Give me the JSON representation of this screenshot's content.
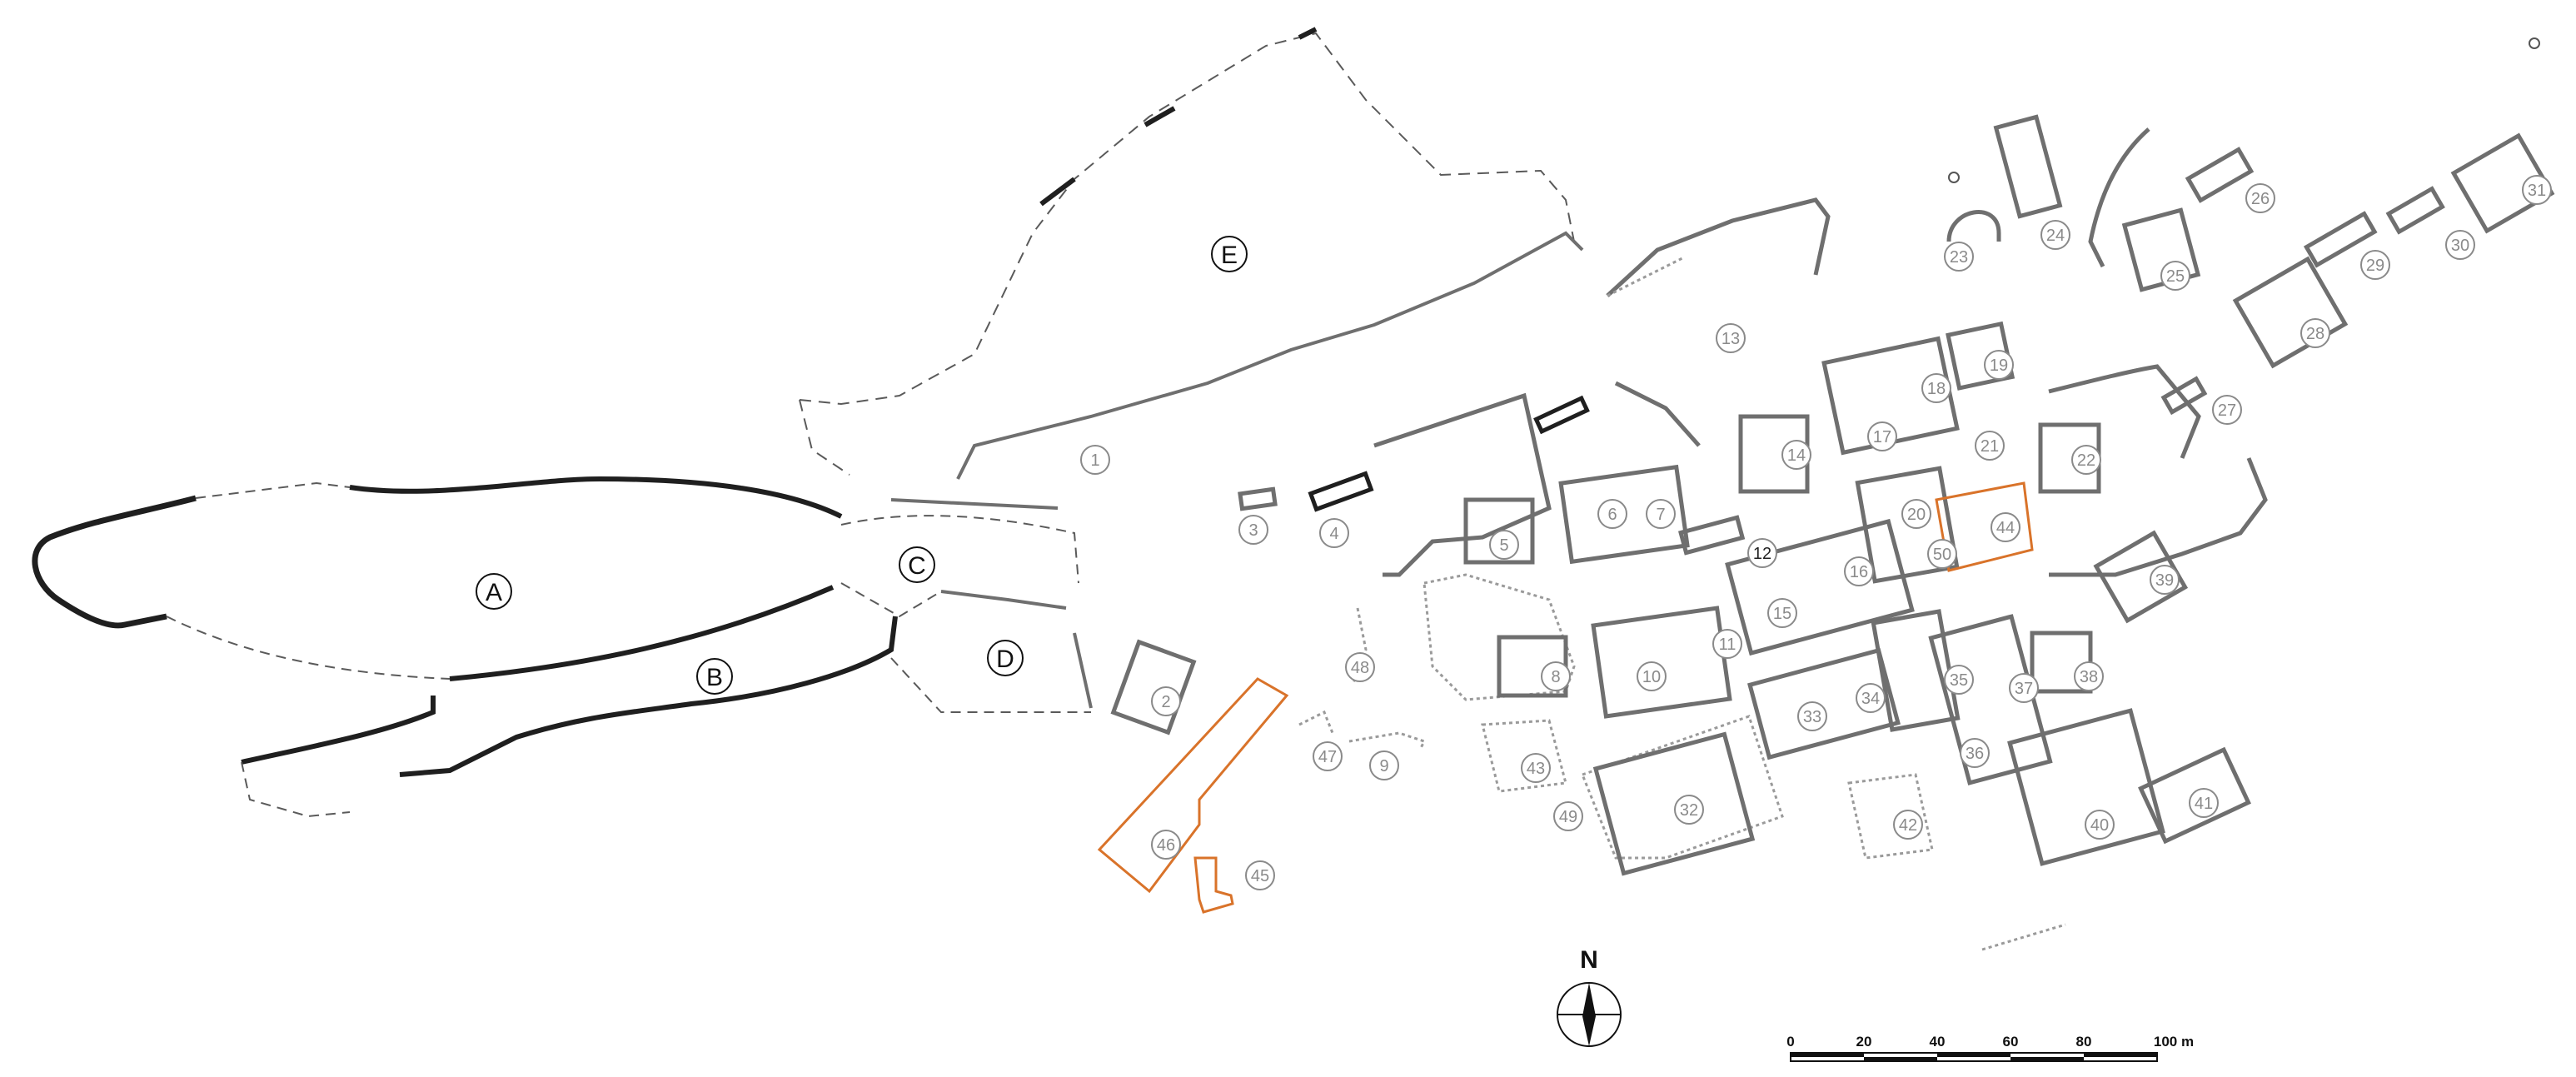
{
  "map": {
    "zone_labels": [
      "A",
      "B",
      "C",
      "D",
      "E"
    ],
    "structure_labels": [
      "1",
      "2",
      "3",
      "4",
      "5",
      "6",
      "7",
      "8",
      "9",
      "10",
      "11",
      "12",
      "13",
      "14",
      "15",
      "16",
      "17",
      "18",
      "19",
      "20",
      "21",
      "22",
      "23",
      "24",
      "25",
      "26",
      "27",
      "28",
      "29",
      "30",
      "31",
      "32",
      "33",
      "34",
      "35",
      "36",
      "37",
      "38",
      "39",
      "40",
      "41",
      "42",
      "43",
      "44",
      "45",
      "46",
      "47",
      "48",
      "49",
      "50"
    ],
    "highlighted_structures": [
      "44",
      "45",
      "46"
    ],
    "north_arrow": {
      "label": "N"
    },
    "scale_bar": {
      "ticks": [
        "0",
        "20",
        "40",
        "60",
        "80",
        "100 m"
      ]
    },
    "colors": {
      "wall": "#6f6f6f",
      "wall_dark": "#1f1f1f",
      "dashed": "#5a5a5a",
      "label": "#8a8a8a",
      "highlight": "#d9732a"
    }
  }
}
